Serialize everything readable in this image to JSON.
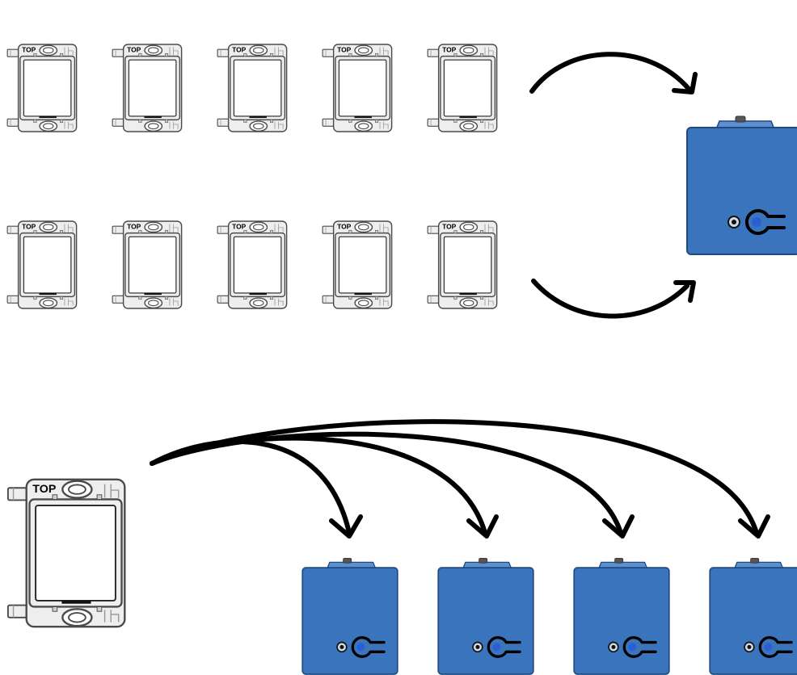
{
  "switch_label": "TOP",
  "colors": {
    "switch_fill": "#eeeeee",
    "switch_stroke": "#4a4a4a",
    "paddle_fill": "#ffffff",
    "hub_fill": "#3a74bd",
    "hub_stroke": "#1f4a80",
    "hub_cap": "#5b8fd0",
    "hub_led": "#2b5fd6",
    "arrow": "#000000"
  },
  "icons": {
    "switch": "wall-switch-icon",
    "hub": "blue-hub-device-icon",
    "key": "key-icon",
    "arrow": "curved-arrow-icon"
  },
  "diagram": {
    "top_section": {
      "switch_count": 10,
      "hub_count": 1,
      "relation": "many-to-one"
    },
    "bottom_section": {
      "switch_count": 1,
      "hub_count": 4,
      "relation": "one-to-many"
    }
  }
}
